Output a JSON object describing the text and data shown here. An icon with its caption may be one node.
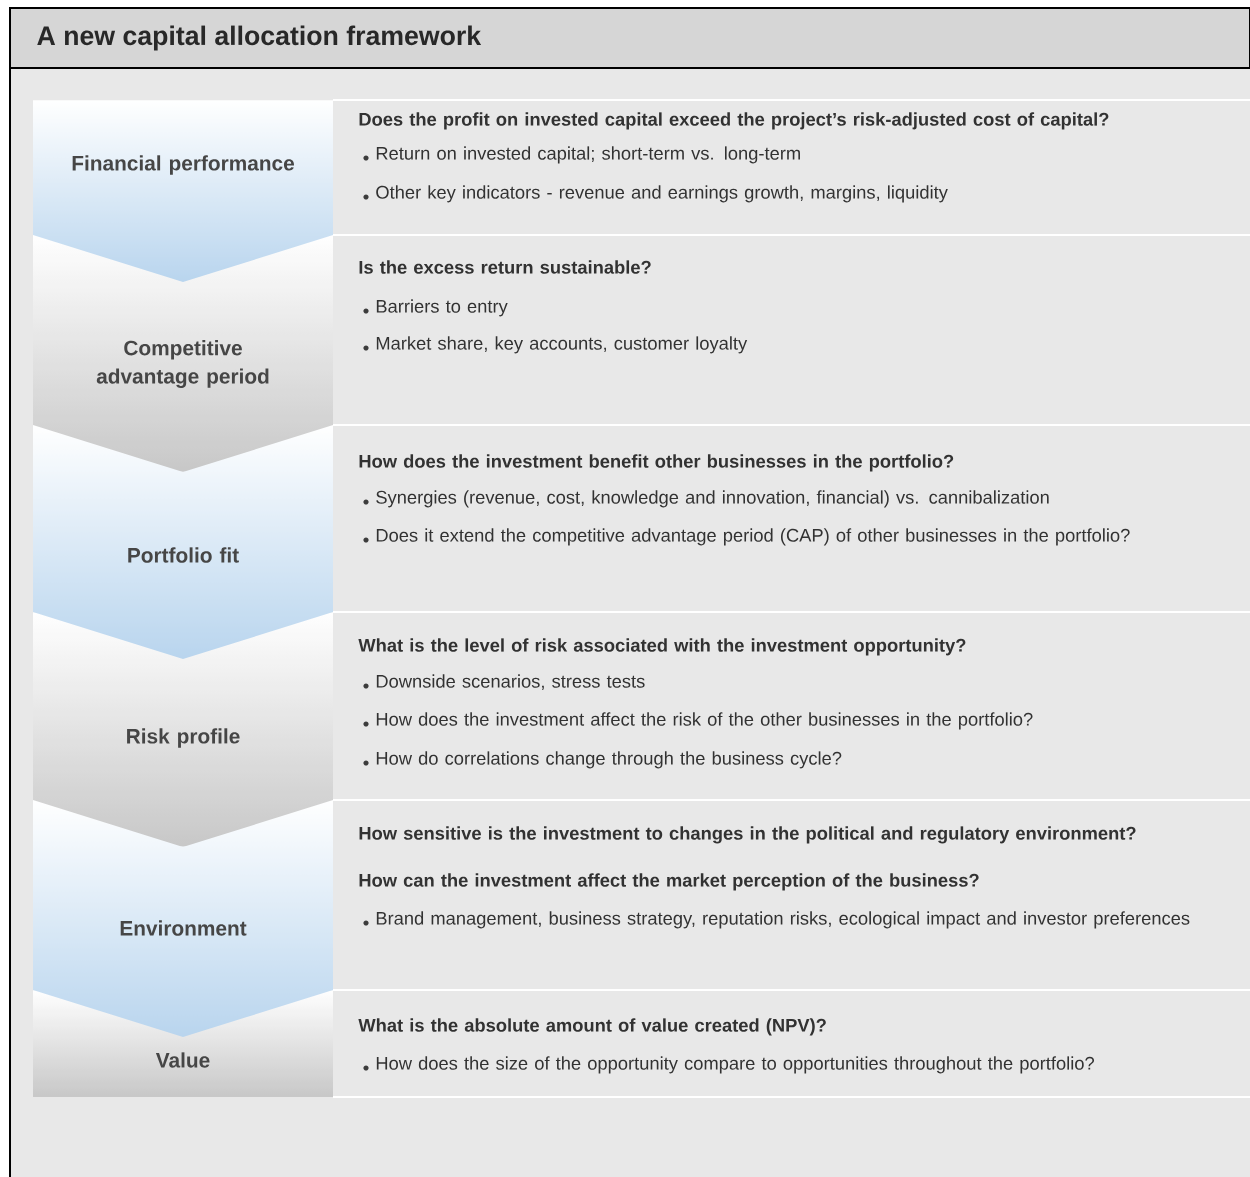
{
  "diagram": {
    "title": "A new capital allocation framework",
    "nodes": [
      {
        "text": [
          "Financial performance"
        ]
      },
      {
        "text": [
          "Competitive advantage period"
        ]
      },
      {
        "text": [
          "Portfolio fit"
        ]
      },
      {
        "text": [
          "Risk profile"
        ]
      },
      {
        "text": [
          "Environment"
        ]
      },
      {
        "text": [
          "Value"
        ]
      }
    ],
    "edges": [],
    "labels": [
      "Does the profit on invested capital exceed the project’s risk-adjusted cost of capital?",
      "Return on invested capital; short-term vs. long-term",
      "Other key indicators - revenue and earnings growth, margins, liquidity",
      "Is the excess return sustainable?",
      "Barriers to entry",
      "Market share, key accounts, customer loyalty",
      "How does the investment benefit other businesses in the portfolio?",
      "Synergies (revenue, cost, knowledge and innovation, financial) vs. cannibalization",
      "Does it extend the competitive advantage period (CAP) of other businesses in the portfolio?",
      "What is the level of risk associated with the investment opportunity?",
      "Downside scenarios, stress tests",
      "How does the investment affect the risk of the other businesses in the portfolio?",
      "How do correlations change through the business cycle?",
      "How sensitive is the investment to changes in the political and regulatory environment?",
      "How can the investment affect the market perception of the business?",
      "Brand management, business strategy, reputation risks, ecological impact and investor preferences",
      "What is the absolute amount of value created (NPV)?",
      "How does the size of the opportunity compare to opportunities throughout the portfolio?"
    ]
  }
}
